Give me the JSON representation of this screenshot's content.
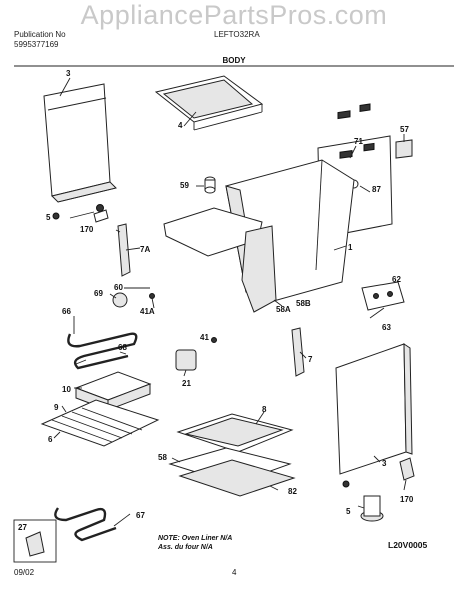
{
  "watermark": "AppliancePartsPros.com",
  "header": {
    "left_line1": "Publication No",
    "left_line2": "5995377169",
    "model": "LEFTO32RA",
    "section": "BODY"
  },
  "footer": {
    "date": "09/02",
    "page": "4",
    "note_line1": "NOTE: Oven Liner N/A",
    "note_line2": "Ass. du four N/A",
    "diagram_code": "L20V0005"
  },
  "callouts": [
    "3",
    "4",
    "57",
    "71",
    "59",
    "87",
    "5",
    "170",
    "7A",
    "1",
    "60",
    "62",
    "69",
    "41A",
    "66",
    "58A",
    "58B",
    "63",
    "41",
    "68",
    "7",
    "21",
    "10",
    "8",
    "9",
    "6",
    "58",
    "3",
    "82",
    "5",
    "170",
    "27",
    "67"
  ]
}
